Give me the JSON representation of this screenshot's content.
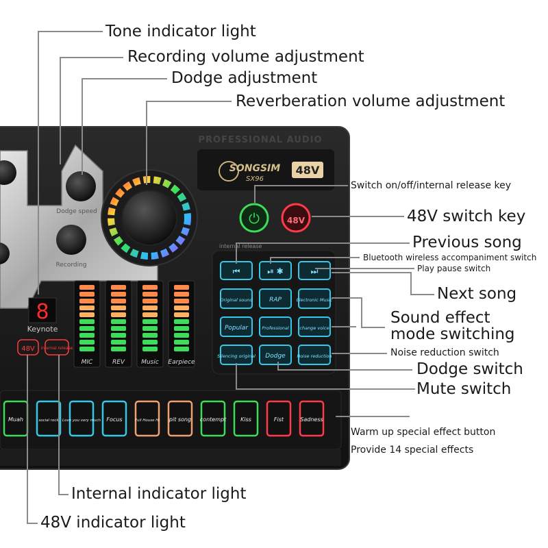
{
  "callouts": {
    "tone_indicator": "Tone indicator light",
    "recording_volume": "Recording volume adjustment",
    "dodge_adjustment": "Dodge adjustment",
    "reverb_volume": "Reverberation volume adjustment",
    "switch_key": "Switch on/off/internal release key",
    "switch_48v": "48V switch key",
    "previous_song": "Previous song",
    "bluetooth_switch": "Bluetooth wireless accompaniment switch",
    "play_pause": "Play pause switch",
    "next_song": "Next song",
    "sound_effect_1": "Sound effect",
    "sound_effect_2": "mode switching",
    "noise_reduction": "Noise reduction switch",
    "dodge_switch": "Dodge switch",
    "mute_switch": "Mute switch",
    "warm_up_1": "Warm up special effect button",
    "warm_up_2": "Provide 14 special effects",
    "internal_indicator": "Internal indicator light",
    "indicator_48v": "48V indicator light"
  },
  "device": {
    "header_text": "PROFESSIONAL AUDIO",
    "brand": "SONGSIM",
    "model": "SX96",
    "badge": "48V",
    "internal_release_strip": "internal release",
    "knob_label_dodge": "Dodge speed",
    "knob_label_recording": "Recording",
    "display_digit": "8",
    "keynote": "Keynote",
    "button_48v": "48V",
    "button_internal_release": "internal release",
    "power_48v": "48V",
    "meters": [
      "MIC",
      "REV",
      "Music",
      "Earpiece"
    ],
    "transport": [
      "⏮",
      "⏯ ✱",
      "⏭"
    ],
    "mode_buttons": [
      "Original sound",
      "RAP",
      "Electronic Music",
      "Popular",
      "Professional",
      "change voice",
      "Silencing original",
      "Dodge",
      "Noise reduction"
    ],
    "effects": [
      {
        "label": "Muah",
        "color": "#3ddc5a"
      },
      {
        "label": "social rock",
        "color": "#35c9e8"
      },
      {
        "label": "Love you very much",
        "color": "#35c9e8"
      },
      {
        "label": "Focus",
        "color": "#35c9e8"
      },
      {
        "label": "Full House Hi",
        "color": "#f0a070"
      },
      {
        "label": "pit song",
        "color": "#f0a070"
      },
      {
        "label": "contempt",
        "color": "#3ddc5a"
      },
      {
        "label": "Kiss",
        "color": "#3ddc5a"
      },
      {
        "label": "Fist",
        "color": "#ff3b4a"
      },
      {
        "label": "Sadness",
        "color": "#ff3b4a"
      }
    ]
  }
}
